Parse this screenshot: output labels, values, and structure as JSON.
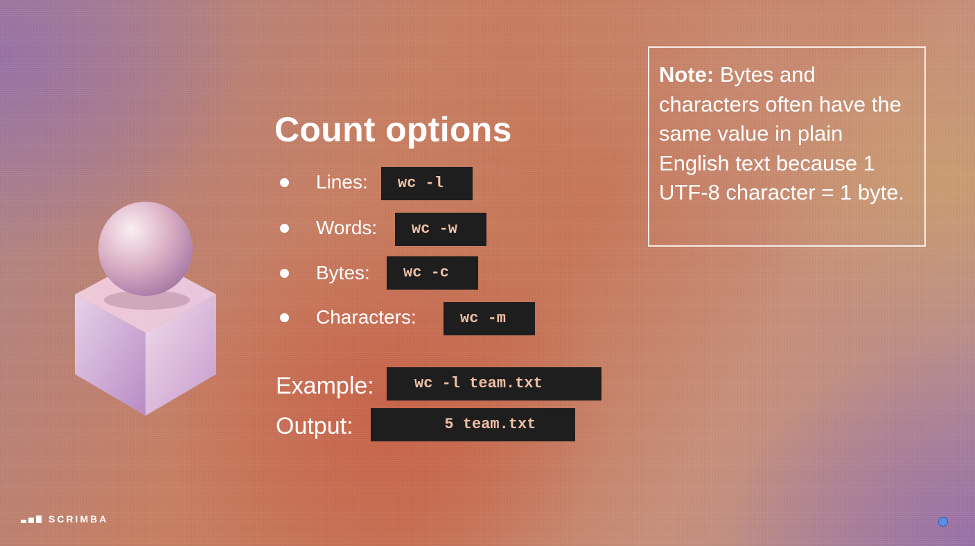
{
  "slide": {
    "title": "Count options",
    "options": [
      {
        "label": "Lines:",
        "code": "wc -l"
      },
      {
        "label": "Words:",
        "code": "wc -w"
      },
      {
        "label": "Bytes:",
        "code": "wc -c"
      },
      {
        "label": "Characters:",
        "code": "wc -m"
      }
    ],
    "example": {
      "label": "Example:",
      "code": "wc -l team.txt"
    },
    "output": {
      "label": "Output:",
      "code": "       5 team.txt"
    }
  },
  "note": {
    "bold": "Note:",
    "text": " Bytes and characters often have the same value in plain English text because 1 UTF-8 character = 1 byte."
  },
  "brand": {
    "name": "SCRIMBA",
    "icon": "scrimba-logo-icon"
  },
  "colors": {
    "code_bg": "#1e1e1e",
    "code_text": "#f0c0a6",
    "status_dot": "#5a8fe6"
  }
}
